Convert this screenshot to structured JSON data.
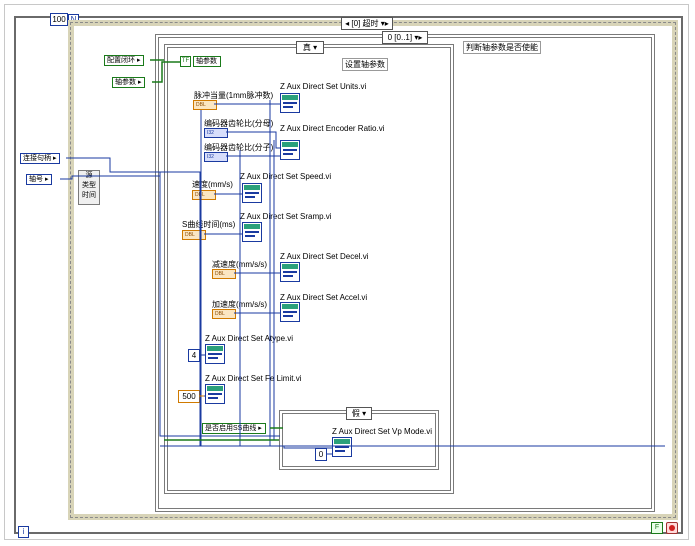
{
  "outer_loop": {
    "count": "100",
    "index": "i"
  },
  "flat_sequence_top": {
    "label": "[0] 超时"
  },
  "case_structure_1": {
    "selector": "0 [0..1]",
    "comment": "判断轴参数是否使能"
  },
  "case_structure_2": {
    "selector": "真"
  },
  "case_structure_3": {
    "selector": "假"
  },
  "controls": {
    "config_close": "配置闭环",
    "axis_param_left": "轴参数",
    "axis_param_inner": "轴参数",
    "connect_handle": "连接句柄",
    "axis_no": "轴号",
    "ss_curve": "是否启用SS曲线"
  },
  "source_node": {
    "items": [
      "源",
      "类型",
      "时间"
    ]
  },
  "set_axis_params_label": "设置轴参数",
  "param_labels": {
    "pulse_equiv": "脉冲当量(1mm脉冲数)",
    "encoder_ratio_den": "编码器齿轮比(分母)",
    "encoder_ratio_num": "编码器齿轮比(分子)",
    "speed": "速度(mm/s)",
    "s_curve_time": "S曲线时间(ms)",
    "decel": "减速度(mm/s/s)",
    "accel": "加速度(mm/s/s)"
  },
  "const_types": {
    "dbl": "DBL",
    "i32": "I32"
  },
  "numeric_constants": {
    "atype": "4",
    "fe_limit": "500",
    "vp_mode": "0"
  },
  "vi_labels": [
    "Z Aux Direct Set Units.vi",
    "Z Aux Direct Encoder Ratio.vi",
    "Z Aux Direct Set Speed.vi",
    "Z Aux Direct Set Sramp.vi",
    "Z Aux Direct Set Decel.vi",
    "Z Aux Direct Set Accel.vi",
    "Z Aux Direct Set Atype.vi",
    "Z Aux Direct Set Fe Limit.vi",
    "Z Aux Direct Set Vp Mode.vi"
  ],
  "stop_terminal": "stop",
  "colors": {
    "wire_blue": "#1a3aa0",
    "wire_green": "#1a7a1a",
    "const_orange": "#d07a00",
    "frame_gray": "#8a8a8a"
  }
}
